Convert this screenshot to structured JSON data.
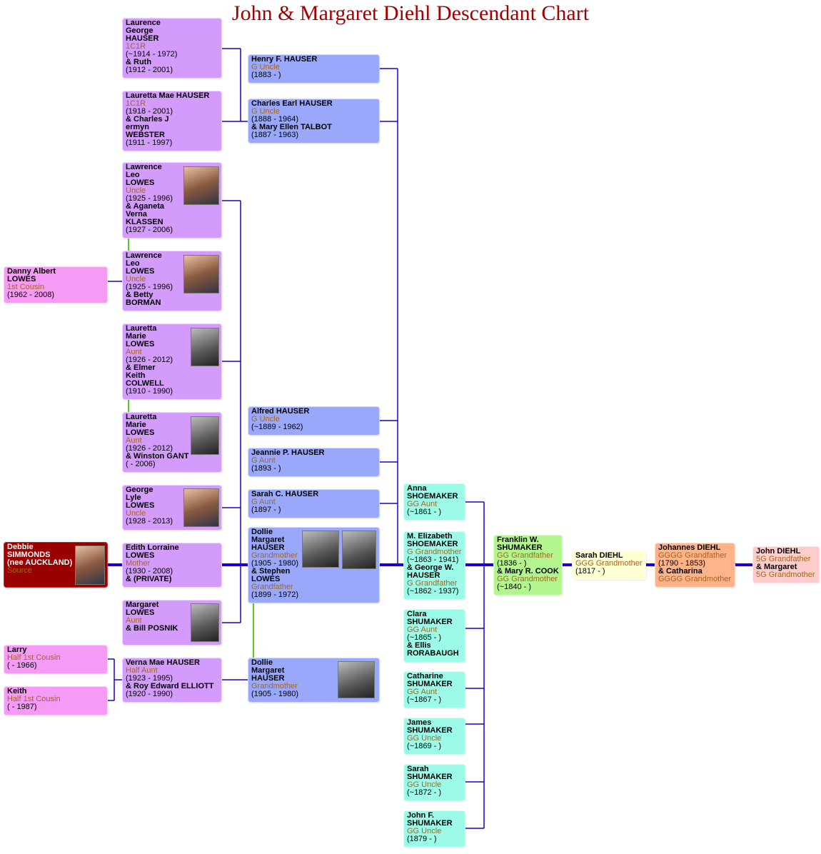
{
  "title": "John & Margaret Diehl Descendant Chart",
  "colors": {
    "purple": "#d39bfb",
    "blue": "#99a8fb",
    "source": "#990000",
    "cousin": "#f59af5",
    "teal": "#9bfbe8",
    "green": "#b3f58f",
    "yellow": "#ffffd4",
    "orange": "#ffb38a",
    "pink": "#ffcccc",
    "line": "#1a00cc",
    "link_green": "#55cc22",
    "role": "#a8651a"
  },
  "people": [
    {
      "id": "laurence-george-hauser",
      "color": "purple",
      "lines": [
        [
          "b",
          "Laurence"
        ],
        [
          "b",
          "George"
        ],
        [
          "b",
          "HAUSER"
        ],
        [
          "r",
          "1C1R"
        ],
        [
          "n",
          "(~1914 - 1972)"
        ],
        [
          "b",
          "& Ruth"
        ],
        [
          "n",
          "(1912 - 2001)"
        ]
      ]
    },
    {
      "id": "lauretta-mae-hauser",
      "color": "purple",
      "lines": [
        [
          "b",
          "Lauretta Mae HAUSER"
        ],
        [
          "r",
          "1C1R"
        ],
        [
          "n",
          "(1918 - 2001)"
        ],
        [
          "b",
          "& Charles J"
        ],
        [
          "b",
          "ermyn"
        ],
        [
          "b",
          "WEBSTER"
        ],
        [
          "n",
          "(1911 - 1997)"
        ]
      ]
    },
    {
      "id": "lawrence-leo-lowes-klassen",
      "color": "purple",
      "photo": "portrait-photo",
      "lines": [
        [
          "b",
          "Lawrence"
        ],
        [
          "b",
          " Leo"
        ],
        [
          "b",
          "LOWES"
        ],
        [
          "r",
          "Uncle"
        ],
        [
          "n",
          "(1925 - 1996)"
        ],
        [
          "b",
          "& Aganeta"
        ],
        [
          "b",
          "Verna"
        ],
        [
          "b",
          "KLASSEN"
        ],
        [
          "n",
          "(1927 - 2006)"
        ]
      ]
    },
    {
      "id": "lawrence-leo-lowes-borman",
      "color": "purple",
      "photo": "portrait-photo",
      "lines": [
        [
          "b",
          "Lawrence"
        ],
        [
          "b",
          "Leo"
        ],
        [
          "b",
          "LOWES"
        ],
        [
          "r",
          "Uncle"
        ],
        [
          "n",
          "(1925 - 1996)"
        ],
        [
          "b",
          "& Betty"
        ],
        [
          "b",
          "BORMAN"
        ]
      ]
    },
    {
      "id": "danny-albert-lowes",
      "color": "cousin",
      "lines": [
        [
          "b",
          "Danny Albert"
        ],
        [
          "b",
          " LOWES"
        ],
        [
          "r",
          "1st Cousin"
        ],
        [
          "n",
          "(1962 - 2008)"
        ]
      ]
    },
    {
      "id": "lauretta-marie-lowes-colwell",
      "color": "purple",
      "photo": "portrait-photo",
      "lines": [
        [
          "b",
          "Lauretta"
        ],
        [
          "b",
          "Marie"
        ],
        [
          "b",
          " LOWES"
        ],
        [
          "r",
          "Aunt"
        ],
        [
          "n",
          "(1926 - 2012)"
        ],
        [
          "b",
          "& Elmer"
        ],
        [
          "b",
          "Keith"
        ],
        [
          "b",
          "COLWELL"
        ],
        [
          "n",
          "(1910 - 1990)"
        ]
      ]
    },
    {
      "id": "lauretta-marie-lowes-gant",
      "color": "purple",
      "photo": "portrait-photo",
      "lines": [
        [
          "b",
          "Lauretta"
        ],
        [
          "b",
          "Marie"
        ],
        [
          "b",
          "LOWES"
        ],
        [
          "r",
          "Aunt"
        ],
        [
          "n",
          "(1926 - 2012)"
        ],
        [
          "b",
          "& Winston GANT"
        ],
        [
          "n",
          "( - 2006)"
        ]
      ]
    },
    {
      "id": "george-lyle-lowes",
      "color": "purple",
      "photo": "portrait-photo",
      "lines": [
        [
          "b",
          "George"
        ],
        [
          "b",
          "Lyle"
        ],
        [
          "b",
          " LOWES"
        ],
        [
          "r",
          "Uncle"
        ],
        [
          "n",
          "(1928 - 2013)"
        ]
      ]
    },
    {
      "id": "debbie-simmonds",
      "color": "source",
      "photo": "portrait-photo",
      "lines": [
        [
          "bw",
          "Debbie"
        ],
        [
          "bw",
          " SIMMONDS"
        ],
        [
          "bw",
          "(nee AUCKLAND)"
        ],
        [
          "r",
          "Source"
        ]
      ]
    },
    {
      "id": "edith-lorraine-lowes",
      "color": "purple",
      "lines": [
        [
          "b",
          "Edith Lorraine"
        ],
        [
          "b",
          "LOWES"
        ],
        [
          "r",
          "Mother"
        ],
        [
          "n",
          "(1930 - 2008)"
        ],
        [
          "b",
          "& (PRIVATE)"
        ]
      ]
    },
    {
      "id": "margaret-lowes",
      "color": "purple",
      "photo": "portrait-photo",
      "lines": [
        [
          "b",
          "Margaret"
        ],
        [
          "b",
          "LOWES"
        ],
        [
          "r",
          "Aunt"
        ],
        [
          "b",
          "& Bill POSNIK"
        ]
      ]
    },
    {
      "id": "larry",
      "color": "cousin",
      "lines": [
        [
          "b",
          "Larry"
        ],
        [
          "r",
          "Half 1st Cousin"
        ],
        [
          "n",
          "( - 1966)"
        ]
      ]
    },
    {
      "id": "keith",
      "color": "cousin",
      "lines": [
        [
          "b",
          "Keith"
        ],
        [
          "r",
          "Half 1st Cousin"
        ],
        [
          "n",
          "( - 1987)"
        ]
      ]
    },
    {
      "id": "verna-mae-hauser",
      "color": "purple",
      "lines": [
        [
          "b",
          "Verna Mae HAUSER"
        ],
        [
          "r",
          "Half Aunt"
        ],
        [
          "n",
          "(1923 - 1995)"
        ],
        [
          "b",
          "& Roy Edward ELLIOTT"
        ],
        [
          "n",
          "(1920 - 1990)"
        ]
      ]
    },
    {
      "id": "henry-f-hauser",
      "color": "blue",
      "lines": [
        [
          "b",
          "Henry F. HAUSER"
        ],
        [
          "r",
          "G Uncle"
        ],
        [
          "n",
          "(1883 - )"
        ]
      ]
    },
    {
      "id": "charles-earl-hauser",
      "color": "blue",
      "lines": [
        [
          "b",
          "Charles Earl HAUSER"
        ],
        [
          "r",
          "G Uncle"
        ],
        [
          "n",
          "(1888 - 1964)"
        ],
        [
          "b",
          "& Mary Ellen TALBOT"
        ],
        [
          "n",
          "(1887 - 1963)"
        ]
      ]
    },
    {
      "id": "alfred-hauser",
      "color": "blue",
      "lines": [
        [
          "b",
          "Alfred HAUSER"
        ],
        [
          "r",
          "G Uncle"
        ],
        [
          "n",
          "(~1889 - 1962)"
        ]
      ]
    },
    {
      "id": "jeannie-p-hauser",
      "color": "blue",
      "lines": [
        [
          "b",
          "Jeannie P. HAUSER"
        ],
        [
          "r",
          "G Aunt"
        ],
        [
          "n",
          "(1893 - )"
        ]
      ]
    },
    {
      "id": "sarah-c-hauser",
      "color": "blue",
      "lines": [
        [
          "b",
          "Sarah C. HAUSER"
        ],
        [
          "r",
          "G Aunt"
        ],
        [
          "n",
          "(1897 - )"
        ]
      ]
    },
    {
      "id": "dollie-margaret-hauser-lowes",
      "color": "blue",
      "photo": "portrait-photo",
      "photo2": "portrait-photo",
      "lines": [
        [
          "b",
          "Dollie"
        ],
        [
          "b",
          "Margaret"
        ],
        [
          "b",
          "HAUSER"
        ],
        [
          "r",
          "Grandmother"
        ],
        [
          "n",
          "(1905 - 1980)"
        ],
        [
          "b",
          "& Stephen"
        ],
        [
          "b",
          "LOWES"
        ],
        [
          "r",
          "Grandfather"
        ],
        [
          "n",
          "(1899 - 1972)"
        ]
      ]
    },
    {
      "id": "dollie-margaret-hauser",
      "color": "blue",
      "photo": "portrait-photo",
      "lines": [
        [
          "b",
          "Dollie"
        ],
        [
          "b",
          "Margaret"
        ],
        [
          "b",
          " HAUSER"
        ],
        [
          "r",
          "Grandmother"
        ],
        [
          "n",
          "(1905 - 1980)"
        ]
      ]
    },
    {
      "id": "anna-shoemaker",
      "color": "teal",
      "lines": [
        [
          "b",
          "Anna"
        ],
        [
          "b",
          "SHOEMAKER"
        ],
        [
          "r",
          "GG Aunt"
        ],
        [
          "n",
          "(~1861 - )"
        ]
      ]
    },
    {
      "id": "m-elizabeth-shoemaker",
      "color": "teal",
      "lines": [
        [
          "b",
          "M. Elizabeth"
        ],
        [
          "b",
          "SHOEMAKER"
        ],
        [
          "r",
          "G Grandmother"
        ],
        [
          "n",
          "(~1863 - 1941)"
        ],
        [
          "b",
          "& George W."
        ],
        [
          "b",
          "HAUSER"
        ],
        [
          "r",
          "G Grandfather"
        ],
        [
          "n",
          "(~1862 - 1937)"
        ]
      ]
    },
    {
      "id": "clara-shumaker",
      "color": "teal",
      "lines": [
        [
          "b",
          "Clara"
        ],
        [
          "b",
          "SHUMAKER"
        ],
        [
          "r",
          "GG Aunt"
        ],
        [
          "n",
          "(~1865 - )"
        ],
        [
          "b",
          "& Ellis"
        ],
        [
          "b",
          "RORABAUGH"
        ]
      ]
    },
    {
      "id": "catharine-shumaker",
      "color": "teal",
      "lines": [
        [
          "b",
          "Catharine"
        ],
        [
          "b",
          "SHUMAKER"
        ],
        [
          "r",
          "GG Aunt"
        ],
        [
          "n",
          "(~1867 - )"
        ]
      ]
    },
    {
      "id": "james-shumaker",
      "color": "teal",
      "lines": [
        [
          "b",
          "James"
        ],
        [
          "b",
          "SHUMAKER"
        ],
        [
          "r",
          "GG Uncle"
        ],
        [
          "n",
          "(~1869 - )"
        ]
      ]
    },
    {
      "id": "sarah-shumaker",
      "color": "teal",
      "lines": [
        [
          "b",
          "Sarah"
        ],
        [
          "b",
          " SHUMAKER"
        ],
        [
          "r",
          "GG Uncle"
        ],
        [
          "n",
          "(~1872 - )"
        ]
      ]
    },
    {
      "id": "john-f-shumaker",
      "color": "teal",
      "lines": [
        [
          "b",
          "John F."
        ],
        [
          "b",
          "SHUMAKER"
        ],
        [
          "r",
          "GG Uncle"
        ],
        [
          "n",
          "(1879 - )"
        ]
      ]
    },
    {
      "id": "franklin-w-shumaker",
      "color": "green",
      "lines": [
        [
          "b",
          "Franklin W."
        ],
        [
          "b",
          "SHUMAKER"
        ],
        [
          "r",
          "GG Grandfather"
        ],
        [
          "n",
          "(1836 - )"
        ],
        [
          "b",
          "& Mary R. COOK"
        ],
        [
          "r",
          "GG Grandmother"
        ],
        [
          "n",
          "(~1840 - )"
        ]
      ]
    },
    {
      "id": "sarah-diehl",
      "color": "yellow",
      "lines": [
        [
          "b",
          "Sarah DIEHL"
        ],
        [
          "r",
          "GGG Grandmother"
        ],
        [
          "n",
          "(1817 - )"
        ]
      ]
    },
    {
      "id": "johannes-diehl",
      "color": "orange",
      "lines": [
        [
          "b",
          "Johannes DIEHL"
        ],
        [
          "r",
          "GGGG Grandfather"
        ],
        [
          "n",
          "(1790 - 1853)"
        ],
        [
          "b",
          "& Catharina"
        ],
        [
          "r",
          "GGGG Grandmother"
        ]
      ]
    },
    {
      "id": "john-diehl",
      "color": "pink",
      "lines": [
        [
          "b",
          "John DIEHL"
        ],
        [
          "r",
          "5G Grandfather"
        ],
        [
          "b",
          "& Margaret"
        ],
        [
          "r",
          "5G Grandmother"
        ]
      ]
    }
  ]
}
